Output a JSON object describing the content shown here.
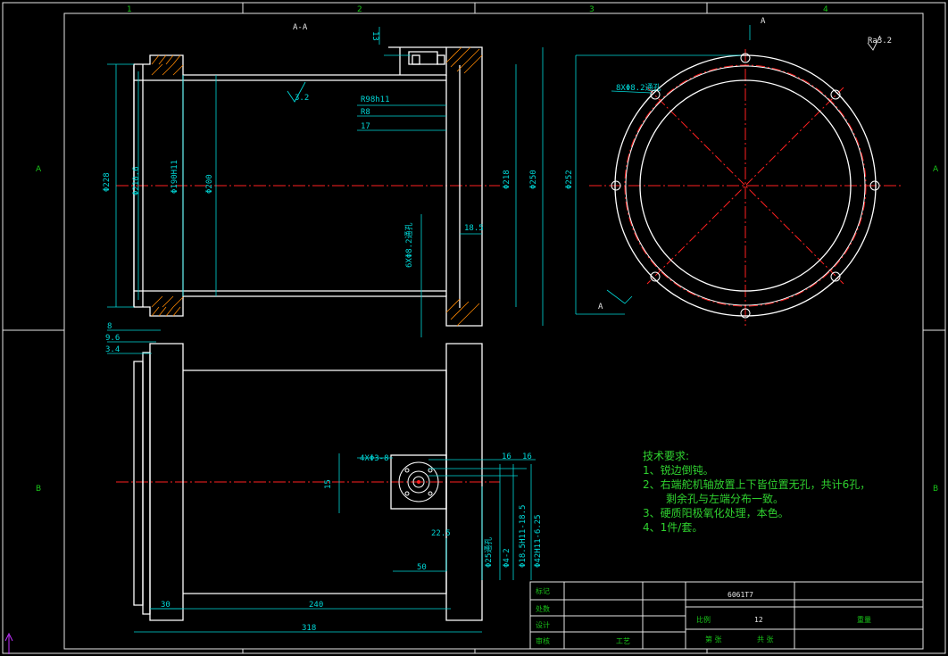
{
  "zones": {
    "top": [
      "1",
      "2",
      "3",
      "4"
    ],
    "side": [
      "A",
      "B"
    ]
  },
  "section_label": "A-A",
  "view_arrow_label": "A",
  "roughness": {
    "main": "3.2",
    "corner": "Ra3.2"
  },
  "dims": {
    "top_13": "13",
    "fit_1": "R98h11",
    "fit_2": "R8",
    "d17": "17",
    "d185": "18.5",
    "d228": "Φ228",
    "d210_6": "Φ210.6",
    "d190": "Φ190H11",
    "d200": "Φ200",
    "d218": "Φ218",
    "d250": "Φ250",
    "holes_left": "6XΦ8.2通孔",
    "holes_right": "8XΦ8.2通孔",
    "d252": "Φ252",
    "d8": "8",
    "d9_6": "9.6",
    "d3_4": "3.4",
    "holes_bottom": "4XΦ3-8",
    "d15": "15",
    "d16a": "16",
    "d16b": "16",
    "d22_5": "22.5",
    "d50": "50",
    "d30": "30",
    "d240": "240",
    "d318": "318",
    "d25": "Φ25通孔",
    "d4": "Φ4-2",
    "d18_5": "Φ18.5H11-18.5",
    "d42": "Φ42H11-6.25"
  },
  "notes": {
    "title": "技术要求:",
    "items": [
      "1、锐边倒钝。",
      "2、右端舵机轴放置上下皆位置无孔，共计6孔，",
      "剩余孔与左端分布一致。",
      "3、硬质阳极氧化处理，本色。",
      "4、1件/套。"
    ]
  },
  "title_block": {
    "material": "6061T7",
    "scale": "12",
    "labels": [
      "标记",
      "处数",
      "设计",
      "审核",
      "工艺",
      "比例",
      "重量",
      "第 张",
      "共 张"
    ]
  },
  "colors": {
    "outline": "#ffffff",
    "dimension": "#00d8d8",
    "centerline": "#ff2020",
    "text": "#2fd12f",
    "accent": "#ff8800"
  }
}
